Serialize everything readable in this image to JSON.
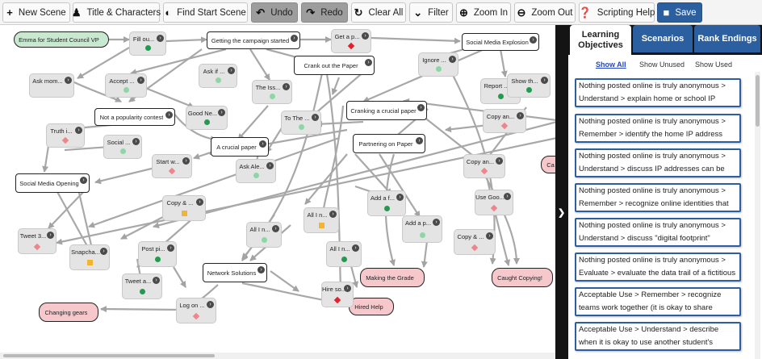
{
  "toolbar": {
    "buttons": [
      {
        "id": "new-scene",
        "label": "New Scene",
        "icon": "plus-icon"
      },
      {
        "id": "title-characters",
        "label": "Title & Characters",
        "icon": "person-icon"
      },
      {
        "id": "find-start-scene",
        "label": "Find Start Scene",
        "icon": "half-circle-icon"
      },
      {
        "id": "undo",
        "label": "Undo",
        "icon": "undo-arrow-icon"
      },
      {
        "id": "redo",
        "label": "Redo",
        "icon": "redo-arrow-icon"
      },
      {
        "id": "clear-all",
        "label": "Clear All",
        "icon": "refresh-icon"
      },
      {
        "id": "filter",
        "label": "Filter",
        "icon": "chevron-down-icon"
      },
      {
        "id": "zoom-in",
        "label": "Zoom In",
        "icon": "zoom-in-icon"
      },
      {
        "id": "zoom-out",
        "label": "Zoom Out",
        "icon": "zoom-out-icon"
      },
      {
        "id": "scripting-help",
        "label": "Scripting Help",
        "icon": "question-icon"
      },
      {
        "id": "save",
        "label": "Save",
        "icon": "floppy-disk-icon"
      }
    ]
  },
  "canvas": {
    "nodes": {
      "emma": "Emma for Student Council VP",
      "fill_ou": "Fill ou...",
      "getting_started": "Getting the campaign started",
      "get_a_p": "Get a p...",
      "social_media_explosion": "Social Media Explosion",
      "ask_mom": "Ask mom...",
      "accept": "Accept ...",
      "ask_if": "Ask if ...",
      "crank_out": "Crank out the Paper",
      "ignore": "Ignore ...",
      "the_iss": "The Iss...",
      "report": "Report ...",
      "show_th": "Show th...",
      "popularity": "Not a popularity contest",
      "good_ne": "Good Ne...",
      "cranking": "Cranking a crucial paper",
      "copy_an_1": "Copy an...",
      "truth_i": "Truth i...",
      "to_the": "To The ...",
      "social": "Social ...",
      "crucial_paper": "A crucial paper",
      "partnering": "Partnering on Paper",
      "start_w": "Start w...",
      "ask_ale": "Ask Ale...",
      "copy_an_2": "Copy an...",
      "social_opening": "Social Media Opening",
      "add_a_f": "Add a f...",
      "use_goo": "Use Goo...",
      "copy_amp": "Copy & ...",
      "all_in_1": "All I n...",
      "tweet_3": "Tweet 3...",
      "all_in_2": "All I n...",
      "add_a_p": "Add a p...",
      "copy_amp_2": "Copy & ...",
      "snapcha": "Snapcha...",
      "post_pi": "Post pi...",
      "all_in_3": "All I n...",
      "network": "Network Solutions",
      "making_grade": "Making the Grade",
      "caught": "Caught Copying!",
      "tweet_a": "Tweet a...",
      "hire_so": "Hire so...",
      "hired_help": "Hired Help",
      "changing_gears": "Changing gears",
      "log_on": "Log on ...",
      "ca": "Ca"
    }
  },
  "panel": {
    "tabs": [
      "Learning Objectives",
      "Scenarios",
      "Rank Endings"
    ],
    "active_tab": "Learning Objectives",
    "filters": [
      "Show All",
      "Show Unused",
      "Show Used"
    ],
    "active_filter": "Show All",
    "cards": [
      "Nothing posted online is truly anonymous > Understand > explain home or school IP",
      "Nothing posted online is truly anonymous > Remember > identify the home IP address",
      "Nothing posted online is truly anonymous > Understand > discuss IP addresses can be",
      "Nothing posted online is truly anonymous > Remember > recognize online identities that",
      "Nothing posted online is truly anonymous > Understand > discuss \"digital footprint\"",
      "Nothing posted online is truly anonymous > Evaluate > evaluate the data trail of a fictitious",
      "Acceptable Use > Remember > recognize teams work together (it is okay to share",
      "Acceptable Use > Understand > describe when it is okay to use another student's"
    ]
  },
  "colors": {
    "accent_blue": "#2c5fa0",
    "start_green": "#c8e8cf",
    "ending_pink": "#f6c8cb",
    "marker_dark_green": "#239a4f",
    "marker_light_green": "#8fd6a6",
    "marker_yellow": "#f3b431",
    "marker_red": "#e4202a",
    "marker_pink": "#ec868c"
  }
}
